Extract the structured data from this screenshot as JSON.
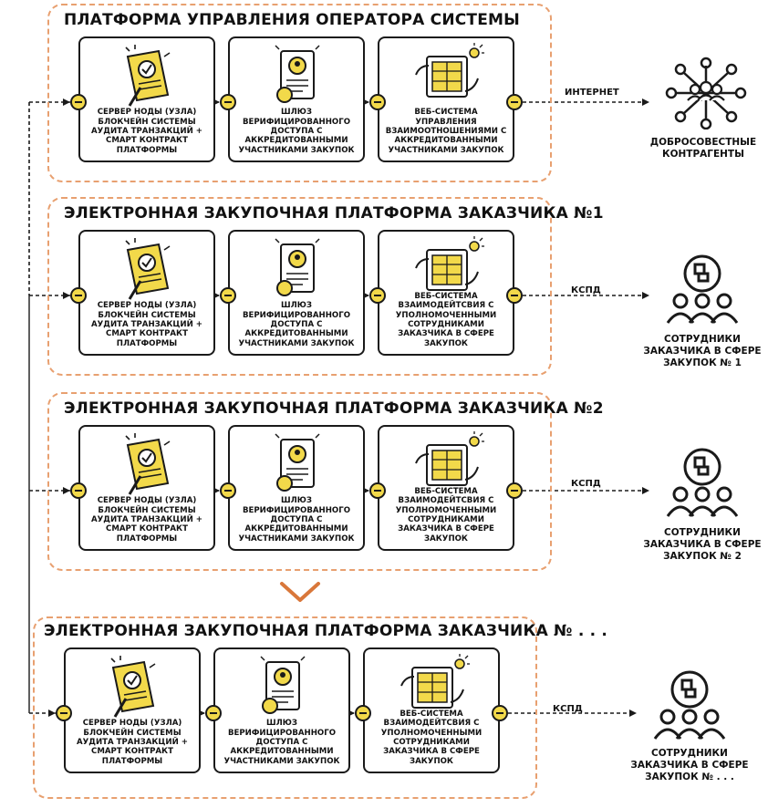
{
  "sections": [
    {
      "title": "ПЛАТФОРМА УПРАВЛЕНИЯ ОПЕРАТОРА СИСТЕМЫ",
      "cards": [
        "СЕРВЕР НОДЫ (УЗЛА) БЛОКЧЕЙН СИСТЕМЫ АУДИТА ТРАНЗАКЦИЙ + СМАРТ КОНТРАКТ ПЛАТФОРМЫ",
        "ШЛЮЗ ВЕРИФИЦИРОВАННОГО ДОСТУПА С АККРЕДИТОВАННЫМИ УЧАСТНИКАМИ ЗАКУПОК",
        "ВЕБ-СИСТЕМА УПРАВЛЕНИЯ ВЗАИМООТНОШЕНИЯМИ С АККРЕДИТОВАННЫМИ УЧАСТНИКАМИ ЗАКУПОК"
      ],
      "connection": "ИНТЕРНЕТ",
      "actor": "ДОБРОСОВЕСТНЫЕ КОНТРАГЕНТЫ",
      "actor_icon": "network-people-icon"
    },
    {
      "title": "ЭЛЕКТРОННАЯ ЗАКУПОЧНАЯ ПЛАТФОРМА ЗАКАЗЧИКА №1",
      "cards": [
        "СЕРВЕР НОДЫ (УЗЛА) БЛОКЧЕЙН СИСТЕМЫ АУДИТА ТРАНЗАКЦИЙ + СМАРТ КОНТРАКТ ПЛАТФОРМЫ",
        "ШЛЮЗ ВЕРИФИЦИРОВАННОГО ДОСТУПА С АККРЕДИТОВАННЫМИ УЧАСТНИКАМИ ЗАКУПОК",
        "ВЕБ-СИСТЕМА ВЗАИМОДЕЙТСВИЯ С УПОЛНОМОЧЕННЫМИ СОТРУДНИКАМИ ЗАКАЗЧИКА В СФЕРЕ ЗАКУПОК"
      ],
      "connection": "КСПД",
      "actor": "СОТРУДНИКИ ЗАКАЗЧИКА В СФЕРЕ ЗАКУПОК № 1",
      "actor_icon": "employees-icon"
    },
    {
      "title": "ЭЛЕКТРОННАЯ ЗАКУПОЧНАЯ ПЛАТФОРМА ЗАКАЗЧИКА №2",
      "cards": [
        "СЕРВЕР НОДЫ (УЗЛА) БЛОКЧЕЙН СИСТЕМЫ АУДИТА ТРАНЗАКЦИЙ + СМАРТ КОНТРАКТ ПЛАТФОРМЫ",
        "ШЛЮЗ ВЕРИФИЦИРОВАННОГО ДОСТУПА С АККРЕДИТОВАННЫМИ УЧАСТНИКАМИ ЗАКУПОК",
        "ВЕБ-СИСТЕМА ВЗАИМОДЕЙТСВИЯ С УПОЛНОМОЧЕННЫМИ СОТРУДНИКАМИ ЗАКАЗЧИКА В СФЕРЕ ЗАКУПОК"
      ],
      "connection": "КСПД",
      "actor": "СОТРУДНИКИ ЗАКАЗЧИКА В СФЕРЕ ЗАКУПОК № 2",
      "actor_icon": "employees-icon"
    },
    {
      "title": "ЭЛЕКТРОННАЯ ЗАКУПОЧНАЯ ПЛАТФОРМА ЗАКАЗЧИКА № . . .",
      "cards": [
        "СЕРВЕР НОДЫ (УЗЛА) БЛОКЧЕЙН СИСТЕМЫ АУДИТА ТРАНЗАКЦИЙ + СМАРТ КОНТРАКТ ПЛАТФОРМЫ",
        "ШЛЮЗ ВЕРИФИЦИРОВАННОГО ДОСТУПА С АККРЕДИТОВАННЫМИ УЧАСТНИКАМИ ЗАКУПОК",
        "ВЕБ-СИСТЕМА ВЗАИМОДЕЙТСВИЯ С УПОЛНОМОЧЕННЫМИ СОТРУДНИКАМИ ЗАКАЗЧИКА В СФЕРЕ ЗАКУПОК"
      ],
      "connection": "КСПД",
      "actor": "СОТРУДНИКИ ЗАКАЗЧИКА В СФЕРЕ ЗАКУПОК № . . .",
      "actor_icon": "employees-icon"
    }
  ],
  "card_icons": [
    "smart-contract-icon",
    "verified-gateway-icon",
    "web-system-icon"
  ],
  "colors": {
    "accent": "#f2d94a",
    "section_border": "#e8a070",
    "chevron": "#d9773a",
    "line": "#1a1a1a"
  }
}
